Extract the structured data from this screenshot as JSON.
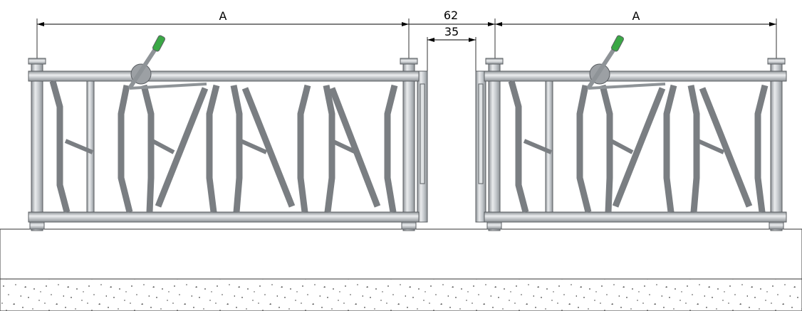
{
  "dimensions": {
    "left_span_label": "A",
    "gap_outer_label": "62",
    "gap_inner_label": "35",
    "right_span_label": "A"
  },
  "colors": {
    "steel_light": "#e9ebed",
    "steel_mid": "#c5c9cd",
    "steel_dark": "#8e9397",
    "outline": "#5a5e62",
    "handle_green": "#3aa845"
  },
  "icons": {
    "left_lever": "green-handle-lever",
    "right_lever": "green-handle-lever"
  }
}
